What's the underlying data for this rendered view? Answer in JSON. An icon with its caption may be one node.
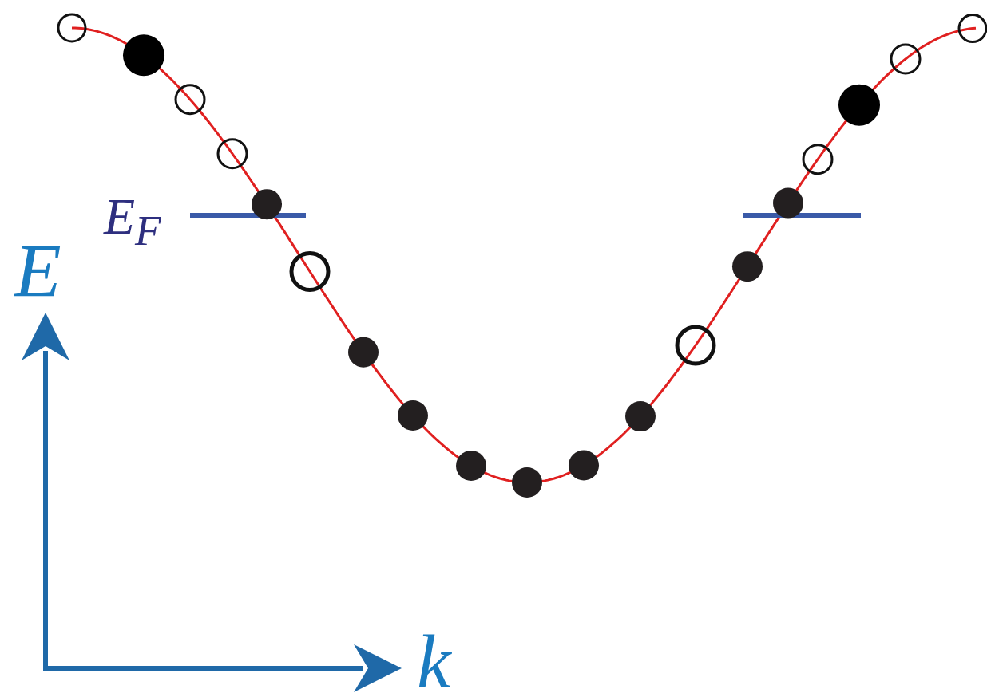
{
  "diagram": {
    "labels": [
      "E$_{F}$",
      "E",
      "k"
    ]
  }
}
